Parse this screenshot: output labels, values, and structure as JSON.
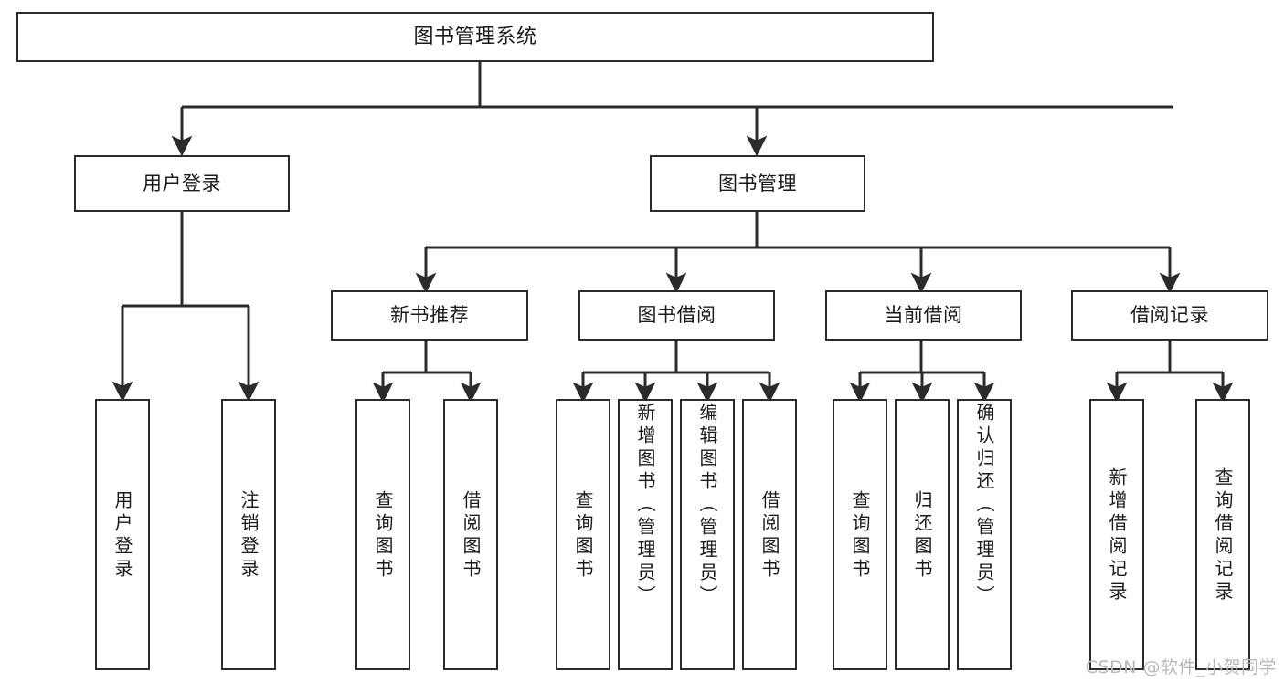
{
  "diagram": {
    "title": "图书管理系统",
    "type": "功能结构图",
    "watermark": "CSDN @软件_小贺同学",
    "style": {
      "box_fill": "#ffffff",
      "box_border": "#2b2b2b",
      "line_color": "#2b2b2b",
      "text_color": "#1b1b1b",
      "background": "#ffffff",
      "watermark_color": "#b9b9b9"
    }
  },
  "nodes": {
    "root": {
      "label": "图书管理系统"
    },
    "level2": [
      {
        "id": "user-login",
        "label": "用户登录"
      },
      {
        "id": "book-manage",
        "label": "图书管理"
      }
    ],
    "level3": [
      {
        "id": "new-book-recommend",
        "label": "新书推荐"
      },
      {
        "id": "book-borrow",
        "label": "图书借阅"
      },
      {
        "id": "current-borrow",
        "label": "当前借阅"
      },
      {
        "id": "borrow-record",
        "label": "借阅记录"
      }
    ],
    "leaves": {
      "user-login": [
        {
          "id": "leaf-user-login",
          "label": "用户登录"
        },
        {
          "id": "leaf-logout-login",
          "label": "注销登录"
        }
      ],
      "new-book-recommend": [
        {
          "id": "leaf-query-book-1",
          "label": "查询图书"
        },
        {
          "id": "leaf-borrow-book-1",
          "label": "借阅图书"
        }
      ],
      "book-borrow": [
        {
          "id": "leaf-query-book-2",
          "label": "查询图书"
        },
        {
          "id": "leaf-add-book",
          "label": "新增图书（管理员）"
        },
        {
          "id": "leaf-edit-book",
          "label": "编辑图书（管理员）"
        },
        {
          "id": "leaf-borrow-book-2",
          "label": "借阅图书"
        }
      ],
      "current-borrow": [
        {
          "id": "leaf-query-book-3",
          "label": "查询图书"
        },
        {
          "id": "leaf-return-book",
          "label": "归还图书"
        },
        {
          "id": "leaf-confirm-return",
          "label": "确认归还（管理员）"
        }
      ],
      "borrow-record": [
        {
          "id": "leaf-add-record",
          "label": "新增借阅记录"
        },
        {
          "id": "leaf-query-record",
          "label": "查询借阅记录"
        }
      ]
    }
  }
}
